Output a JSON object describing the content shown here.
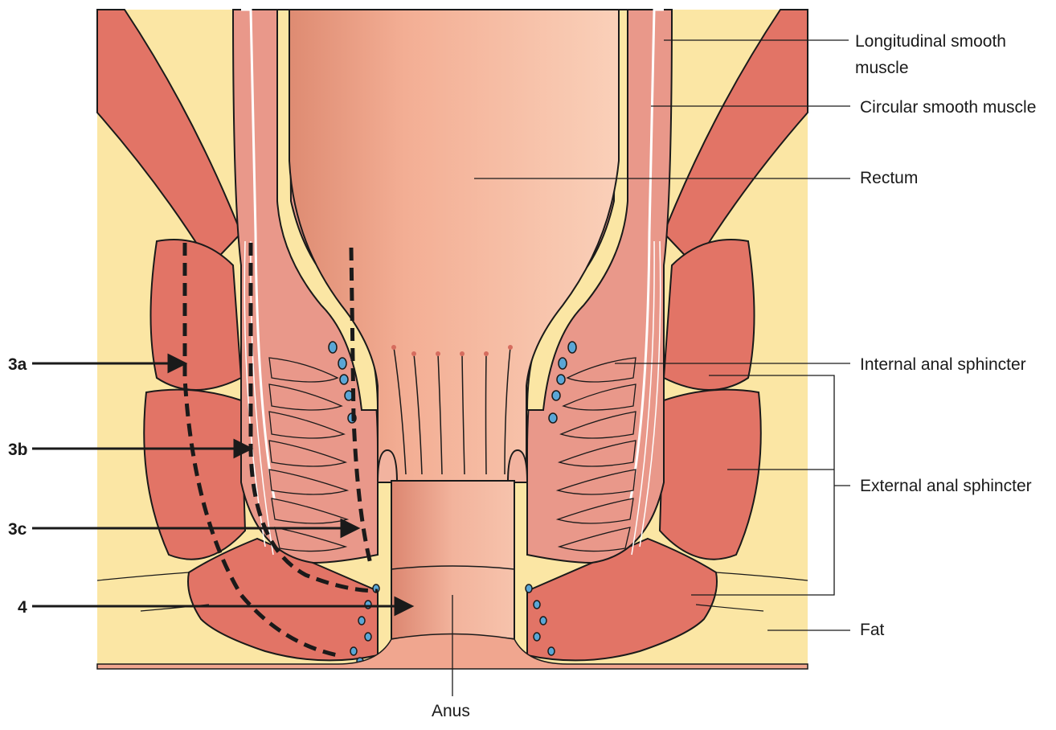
{
  "labels": {
    "longitudinal_line1": "Longitudinal smooth",
    "longitudinal_line2": "muscle",
    "circular": "Circular smooth muscle",
    "rectum": "Rectum",
    "internal_sphincter": "Internal anal sphincter",
    "external_sphincter": "External anal sphincter",
    "fat": "Fat",
    "anus": "Anus"
  },
  "markers": {
    "m3a": "3a",
    "m3b": "3b",
    "m3c": "3c",
    "m4": "4"
  },
  "colors": {
    "fat": "#fbe6a4",
    "skeletal_muscle": "#e27466",
    "smooth_muscle": "#e9988a",
    "rectum_light": "#f8c6ae",
    "rectum_dark": "#de8b72",
    "submucosa": "#f2b39f",
    "gland_fill": "#5aa6d6",
    "outline": "#1a1a1a"
  },
  "icons": {
    "arrow": "arrow-right-icon"
  }
}
